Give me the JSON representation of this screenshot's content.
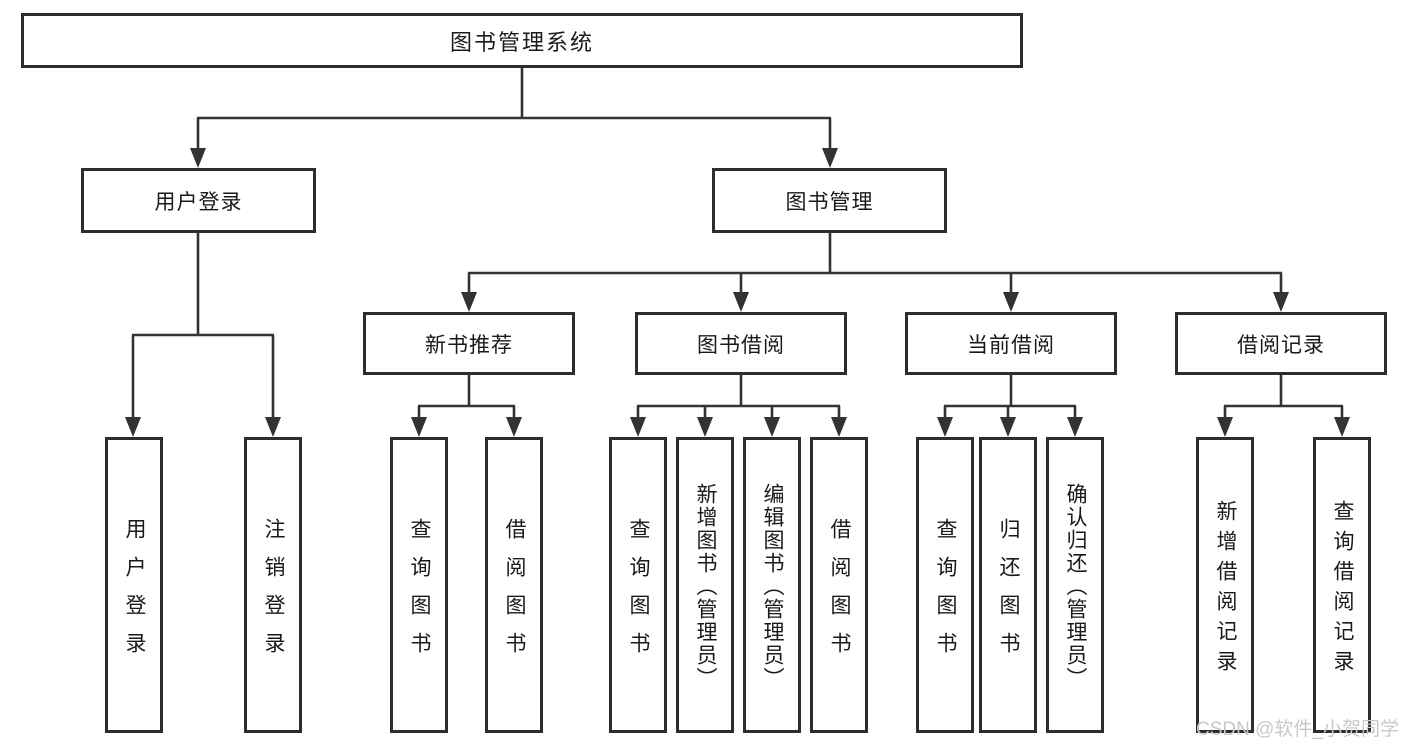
{
  "colors": {
    "line": "#333333",
    "border": "#2d2d2d",
    "text": "#1a1a1a",
    "watermark": "#c8c8c8",
    "background": "#ffffff"
  },
  "watermark": {
    "text": "CSDN @软件_小贺同学"
  },
  "nodes": {
    "root": {
      "label": "图书管理系统"
    },
    "level2": [
      {
        "label": "用户登录"
      },
      {
        "label": "图书管理"
      }
    ],
    "level3": [
      {
        "label": "新书推荐"
      },
      {
        "label": "图书借阅"
      },
      {
        "label": "当前借阅"
      },
      {
        "label": "借阅记录"
      }
    ],
    "level4": {
      "user_login": [
        {
          "label": "用户登录"
        },
        {
          "label": "注销登录"
        }
      ],
      "new_book": [
        {
          "label": "查询图书"
        },
        {
          "label": "借阅图书"
        }
      ],
      "book_borrow": [
        {
          "label": "查询图书"
        },
        {
          "label": "新增图书（管理员）"
        },
        {
          "label": "编辑图书（管理员）"
        },
        {
          "label": "借阅图书"
        }
      ],
      "current_borrow": [
        {
          "label": "查询图书"
        },
        {
          "label": "归还图书"
        },
        {
          "label": "确认归还（管理员）"
        }
      ],
      "borrow_record": [
        {
          "label": "新增借阅记录"
        },
        {
          "label": "查询借阅记录"
        }
      ]
    }
  }
}
